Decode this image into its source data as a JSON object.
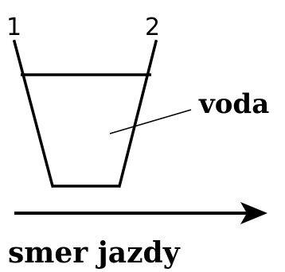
{
  "diagram": {
    "labels": {
      "point_1": "1",
      "point_2": "2",
      "water": "voda",
      "direction": "smer jazdy"
    },
    "colors": {
      "stroke": "#000000",
      "background": "#ffffff"
    },
    "icons": {
      "direction_arrow": "arrow-right-icon"
    }
  }
}
